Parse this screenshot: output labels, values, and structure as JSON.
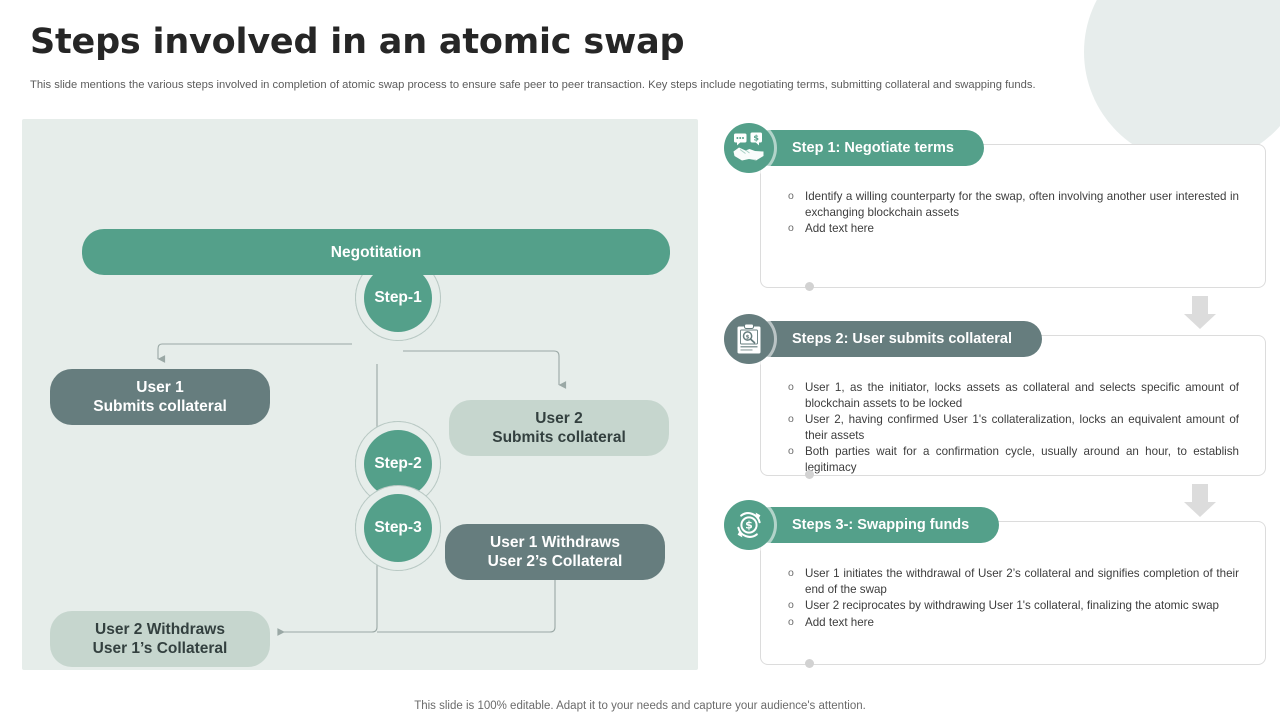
{
  "header": {
    "title": "Steps involved in an atomic swap",
    "subtitle": "This slide mentions the various steps involved in completion of atomic swap process to ensure safe peer to peer transaction. Key steps include negotiating terms, submitting collateral and swapping funds."
  },
  "footer": {
    "note": "This slide is 100% editable. Adapt it to your needs and capture your audience's attention."
  },
  "colors": {
    "accent_green": "#54a08a",
    "dark_slate": "#667d7e",
    "light_sage": "#c6d6ce",
    "panel_bg": "#e6edea",
    "deco_circle": "#e7edec",
    "connector": "#9aa8a5",
    "arrow_gray": "#dcdcdc"
  },
  "diagram": {
    "steps": [
      {
        "label": "Step-1"
      },
      {
        "label": "Step-2"
      },
      {
        "label": "Step-3"
      }
    ],
    "nodes": {
      "negotiation": "Negotitation",
      "user1_submits_l1": "User 1",
      "user1_submits_l2": "Submits collateral",
      "user2_submits_l1": "User 2",
      "user2_submits_l2": "Submits collateral",
      "user1_withdraws_l1": "User 1 Withdraws",
      "user1_withdraws_l2": "User 2’s Collateral",
      "user2_withdraws_l1": "User 2 Withdraws",
      "user2_withdraws_l2": "User 1’s Collateral"
    }
  },
  "steps_panel": [
    {
      "icon": "handshake-deal-icon",
      "theme": "green",
      "title": "Step 1: Negotiate terms",
      "bullets": [
        "Identify a willing counterparty for the swap, often involving another user interested in exchanging blockchain assets",
        "Add text here"
      ]
    },
    {
      "icon": "clipboard-magnifier-icon",
      "theme": "dark",
      "title": "Steps 2: User submits collateral",
      "bullets": [
        "User 1, as the initiator, locks assets as collateral and selects specific amount of blockchain assets to be locked",
        "User 2, having confirmed User 1's collateralization, locks an equivalent amount of their assets",
        "Both parties wait for a confirmation cycle, usually around an hour, to establish legitimacy"
      ]
    },
    {
      "icon": "swap-dollar-icon",
      "theme": "green",
      "title": "Steps 3-: Swapping funds",
      "bullets": [
        "User 1 initiates the withdrawal of User 2’s collateral and signifies completion of their end of the swap",
        "User 2 reciprocates by withdrawing User 1's collateral, finalizing the atomic swap",
        "Add text here"
      ]
    }
  ]
}
